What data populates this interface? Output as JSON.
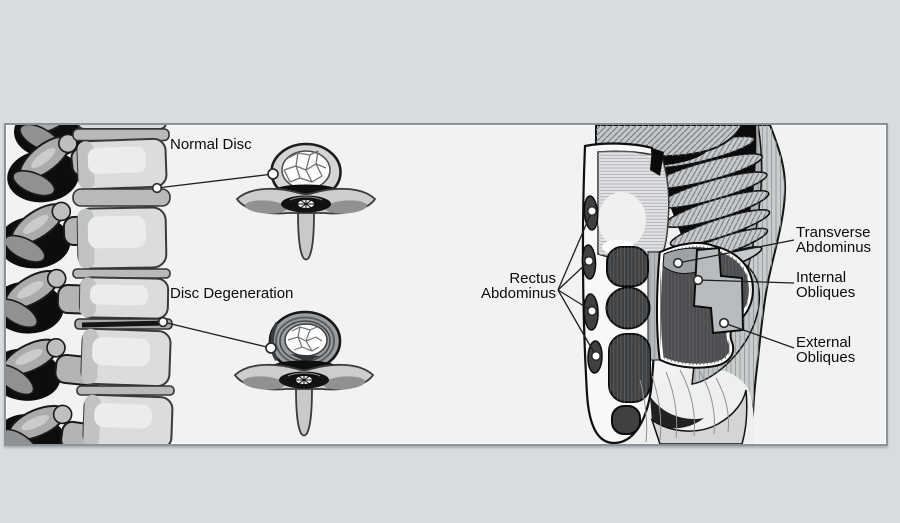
{
  "page": {
    "background": "#d8dcde"
  },
  "panel": {
    "background": "#f0f2f3",
    "border_color": "#8d9296"
  },
  "spine_section": {
    "normal_disc_label": "Normal Disc",
    "disc_degeneration_label": "Disc Degeneration"
  },
  "abdomen_section": {
    "rectus_abdominus_label": "Rectus\nAbdominus",
    "transverse_abdominus_label": "Transverse\nAbdominus",
    "internal_obliques_label": "Internal\nObliques",
    "external_obliques_label": "External\nObliques"
  },
  "icons": {
    "leader_dot": "white-circle-marker"
  },
  "palette": {
    "ink": "#1a1a1a",
    "bone_light": "#dadcdd",
    "disc_gray": "#b7b9bb",
    "muscle_dark": "#3e4042",
    "muscle_light": "#c6c9cb",
    "cutaway_dark": "#4b4d4f"
  }
}
